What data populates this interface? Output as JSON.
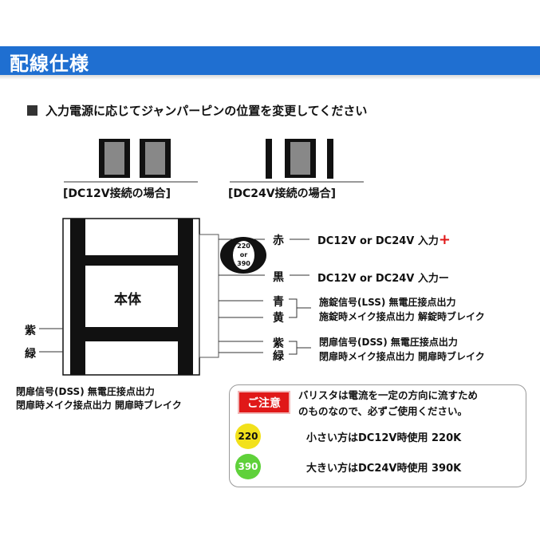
{
  "header": {
    "title": "配線仕様"
  },
  "instruction": "入力電源に応じてジャンパーピンの位置を変更してください",
  "captions": {
    "dc12v": "[DC12V接続の場合]",
    "dc24v": "[DC24V接続の場合]"
  },
  "device": {
    "body_label": "本体"
  },
  "resistor": {
    "top": "220",
    "mid": "or",
    "bottom": "390"
  },
  "wires_right": {
    "red": "赤",
    "red_desc": "DC12V or DC24V 入力",
    "red_sign": "+",
    "black": "黒",
    "black_desc": "DC12V or DC24V 入力ー",
    "blue": "青",
    "yellow": "黄",
    "lss_line1": "施錠信号(LSS) 無電圧接点出力",
    "lss_line2": "施錠時メイク接点出力  解錠時ブレイク",
    "purple": "紫",
    "green": "緑",
    "dss_line1": "閉扉信号(DSS) 無電圧接点出力",
    "dss_line2": "閉扉時メイク接点出力  開扉時ブレイク"
  },
  "wires_left": {
    "purple": "紫",
    "green": "緑",
    "desc_line1": "閉扉信号(DSS)  無電圧接点出力",
    "desc_line2": "閉扉時メイク接点出力  開扉時ブレイク"
  },
  "notice": {
    "badge": "ご注意",
    "text_line1": "バリスタは電流を一定の方向に流すため",
    "text_line2": "のものなので、必ずご使用ください。",
    "r220_label": "220",
    "r220_text": "小さい方はDC12V時使用 220K",
    "r220_color": "#f2e11b",
    "r390_label": "390",
    "r390_text": "大きい方はDC24V時使用 390K",
    "r390_color": "#5fd13a"
  }
}
